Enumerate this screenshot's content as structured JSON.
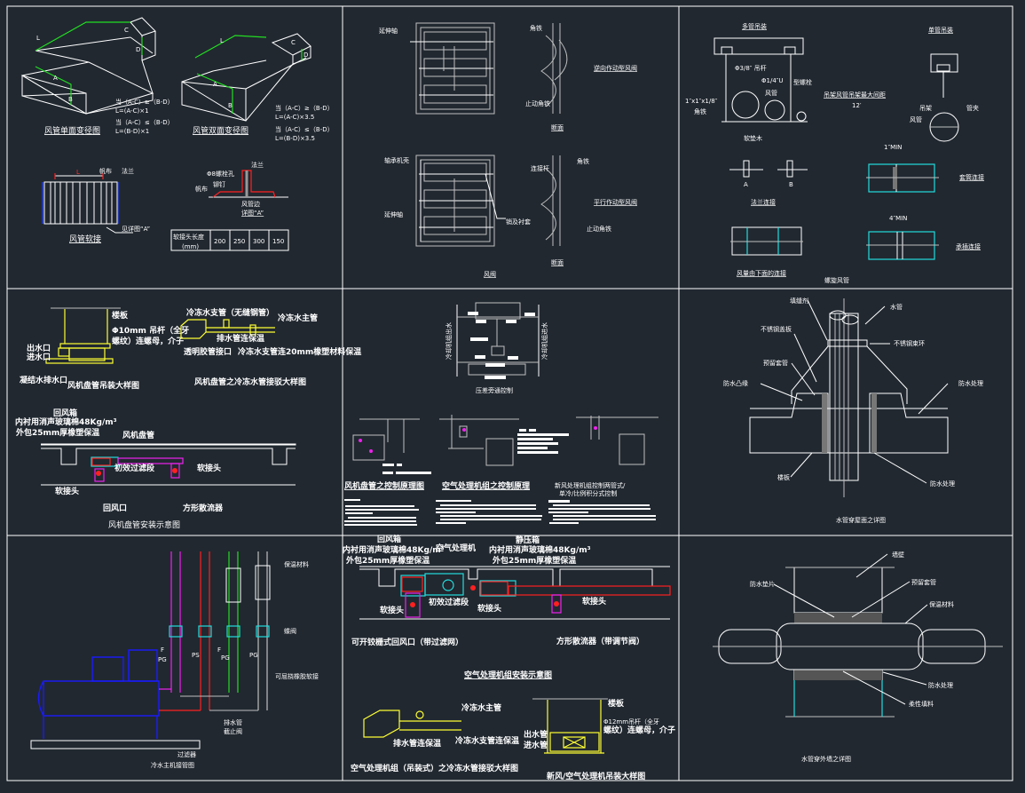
{
  "sheet": {
    "background": "#212830",
    "line_color": "#ffffff",
    "accent_colors": {
      "green": "#22dd22",
      "red": "#ff2020",
      "yellow": "#ffff33",
      "cyan": "#22dddd",
      "magenta": "#ee22ee",
      "blue": "#1a1aff",
      "gray": "#c0c0c0"
    }
  },
  "panels": {
    "p1": {
      "duct_single": {
        "title": "风管单面变径图",
        "dim_L": "L",
        "dim_A": "A",
        "dim_B": "B",
        "dim_C": "C",
        "dim_D": "D"
      },
      "duct_double": {
        "title": "风管双面变径图",
        "dim_L": "L",
        "dim_A": "A",
        "dim_B": "B",
        "dim_C": "C",
        "dim_D": "D"
      },
      "formula_single": [
        "当（A-C）≥（B-D）",
        "L=(A-C)×1",
        "当（A-C）≤（B-D）",
        "L=(B-D)×1"
      ],
      "formula_double": [
        "当（A-C）≥（B-D）",
        "L=(A-C)×3.5",
        "当（A-C）≤（B-D）",
        "L=(B-D)×3.5"
      ],
      "flex_joint": {
        "title": "风管软接",
        "label_fabric": "帆布",
        "label_flange": "法兰",
        "label_L": "L",
        "label_detail": "见详图“A”"
      },
      "detail_a": {
        "title": "详图“A”",
        "label_flange": "法兰",
        "label_bolt": "Φ8螺栓孔",
        "label_fabric": "帆布",
        "label_rivet": "铆钉",
        "label_duct": "风管边"
      },
      "table": {
        "header": "软接头长度",
        "unit": "(mm)",
        "values": [
          "200",
          "250",
          "300",
          "150"
        ]
      }
    },
    "p2": {
      "label_actuator_top": "延伸轴",
      "label_angle_top": "角铁",
      "label_stop_top": "止动角铁",
      "title_opposed": "逆向作动型风阀",
      "section_top": "断面",
      "label_bearing": "轴承机壳",
      "label_actuator_bottom": "延伸轴",
      "label_link": "销及衬套",
      "label_rod": "连接杆",
      "label_angle_bottom": "角铁",
      "label_stop_bottom": "止动角铁",
      "title_parallel": "平行作动型风阀",
      "section_bottom": "断面",
      "title_damper": "风阀"
    },
    "p3": {
      "multi_hanger": "多管吊装",
      "single_hanger": "单管吊装",
      "rod": "Φ3/8″ 吊杆",
      "bolt": "Φ1/4″U",
      "u_bolt": "型螺栓",
      "duct": "风管",
      "angle": "1″x1″x1/8″",
      "angle2": "角铁",
      "wood": "软垫木",
      "spacing_title": "吊架风管吊架最大间距",
      "spacing_value": "12′",
      "hanger": "吊架",
      "clamp": "管夹",
      "duct2": "风管",
      "flange_joint": "法兰连接",
      "flange_a": "A",
      "flange_b": "B",
      "sleeve_dim": "1″MIN",
      "sleeve_joint": "套筒连接",
      "lower_joint": "风量由下面的连接",
      "socket_dim": "4″MIN",
      "socket_joint": "承插连接",
      "spiral": "螺旋风管"
    },
    "p4": {
      "fcu_slab": "楼板",
      "fcu_rod": "Φ10mm 吊杆（全牙",
      "fcu_rod2": "螺纹）连螺母，介子",
      "fcu_out": "出水口",
      "fcu_in": "进水口",
      "fcu_drain": "凝结水排水口",
      "fcu_title": "风机盘管吊装大样图",
      "cw_branch": "冷冻水支管（无缝钢管）",
      "cw_main": "冷冻水主管",
      "cw_drain": "排水管连保温",
      "cw_flex": "透明胶管接口",
      "cw_insul": "冷冻水支管连20mm橡塑材料保温",
      "cw_title": "风机盘管之冷冻水管接驳大样图",
      "ra_box": "回风箱",
      "ra_lining": "内衬用消声玻璃棉48Kg/m³",
      "ra_wrap": "外包25mm厚橡塑保温",
      "fcu_unit": "风机盘管",
      "filter": "初效过滤段",
      "diffuser_head": "软接头",
      "soft_joint": "软接头",
      "return_grille": "回风口",
      "square_diffuser": "方形散流器",
      "install_title": "风机盘管安装示意图"
    },
    "p5": {
      "left_label": "冷却机组出水",
      "right_label": "冷却机组进水",
      "pressure_title": "压差旁通控制",
      "fcu_control": "风机盘管之控制原理图",
      "ahu_control": "空气处理机组之控制原理",
      "fau_control_1": "新风处理机组控制两管式/",
      "fau_control_2": "单冷/比例积分式控制"
    },
    "p6": {
      "sealant": "填缝剂",
      "pipe": "水管",
      "ss_cover": "不锈钢盖板",
      "ss_ring": "不锈钢束环",
      "sleeve": "预留套管",
      "upstand": "防水凸缘",
      "waterproof1": "防水处理",
      "slab": "楼板",
      "waterproof2": "防水处理",
      "title": "水管穿屋面之详图"
    },
    "p7": {
      "insulation": "保温材料",
      "butterfly": "蝶阀",
      "flex": "可屈挠橡胶软接",
      "f_label_1": "F",
      "pg_label_1": "PG",
      "ps_label": "PS",
      "f_label_2": "F",
      "pg_label_2": "PG",
      "pg_label_3": "PG",
      "drain": "排水管",
      "valve": "截止阀",
      "filter": "过滤器",
      "title": "冷水主机接管图"
    },
    "p8": {
      "ra_box": "回风箱",
      "ra_lining": "内衬用消声玻璃棉48Kg/m³",
      "ra_wrap": "外包25mm厚橡塑保温",
      "ahu": "空气处理机",
      "sp_box": "静压箱",
      "sp_lining": "内衬用消声玻璃棉48Kg/m³",
      "sp_wrap": "外包25mm厚橡塑保温",
      "soft1": "软接头",
      "filter": "初效过滤段",
      "soft2": "软接头",
      "soft3": "软接头",
      "grille": "可开铰栅式回风口（带过滤网）",
      "diffuser": "方形散流器（带调节阀）",
      "install_title": "空气处理机组安装示意图",
      "cw_main": "冷冻水主管",
      "cw_branch": "冷冻水支管连保温",
      "drain": "排水管连保温",
      "ahu_detail_title": "空气处理机组（吊装式）之冷冻水管接驳大样图",
      "slab": "楼板",
      "rod": "Φ12mm吊杆（全牙",
      "rod2": "螺纹）连螺母，介子",
      "out": "出水管",
      "in": "进水管",
      "hang_title": "新风/空气处理机吊装大样图"
    },
    "p9": {
      "wall": "墙壁",
      "waterproof_plate": "防水垫片",
      "sleeve": "预留套管",
      "insulation": "保温材料",
      "waterproof": "防水处理",
      "filler": "柔性填料",
      "title": "水管穿外墙之详图"
    }
  }
}
